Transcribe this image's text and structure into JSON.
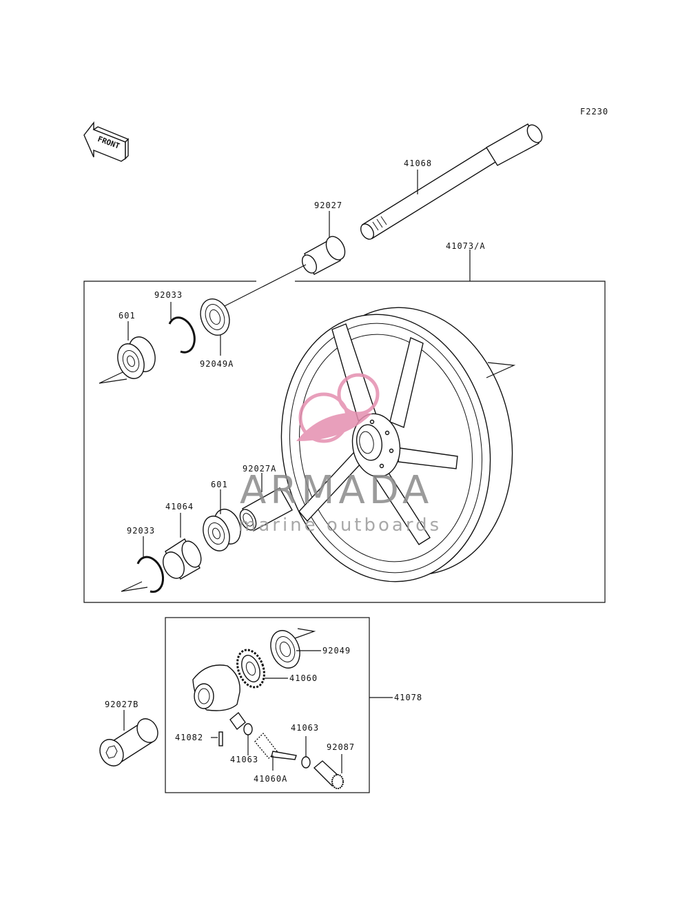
{
  "diagram": {
    "code": "F2230",
    "front_label": "FRONT",
    "labels": {
      "p41068": "41068",
      "p92027": "92027",
      "p41073A": "41073/A",
      "p92033_top": "92033",
      "p601_top": "601",
      "p92049A": "92049A",
      "p92027A": "92027A",
      "p601_bottom": "601",
      "p41064": "41064",
      "p92033_bottom": "92033",
      "p92049": "92049",
      "p41060": "41060",
      "p41078": "41078",
      "p92027B": "92027B",
      "p41082": "41082",
      "p41063_right": "41063",
      "p41063_left": "41063",
      "p92087": "92087",
      "p41060A": "41060A"
    }
  },
  "watermark": {
    "title": "ARMADA",
    "subtitle": "marine outboards",
    "accent_color": "#e58fb0"
  }
}
